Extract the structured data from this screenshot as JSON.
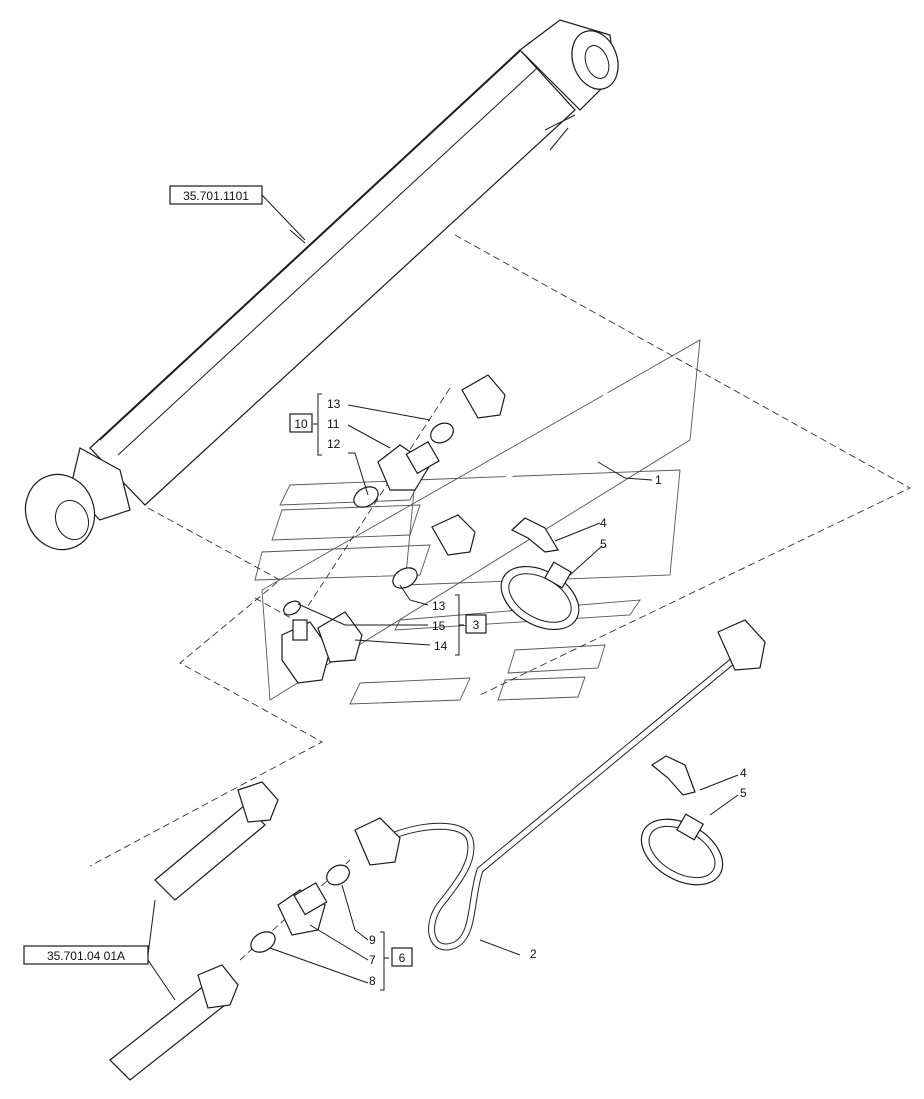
{
  "references": {
    "cylinder_ref": "35.701.1101",
    "tube_ref": "35.701.04 01A"
  },
  "kits": {
    "kit_a": "10",
    "kit_b": "3",
    "kit_c": "6"
  },
  "callouts": {
    "c13a": "13",
    "c11": "11",
    "c12": "12",
    "c1": "1",
    "c4a": "4",
    "c5a": "5",
    "c13b": "13",
    "c15": "15",
    "c14": "14",
    "c2": "2",
    "c4b": "4",
    "c5b": "5",
    "c9": "9",
    "c7": "7",
    "c8": "8"
  }
}
